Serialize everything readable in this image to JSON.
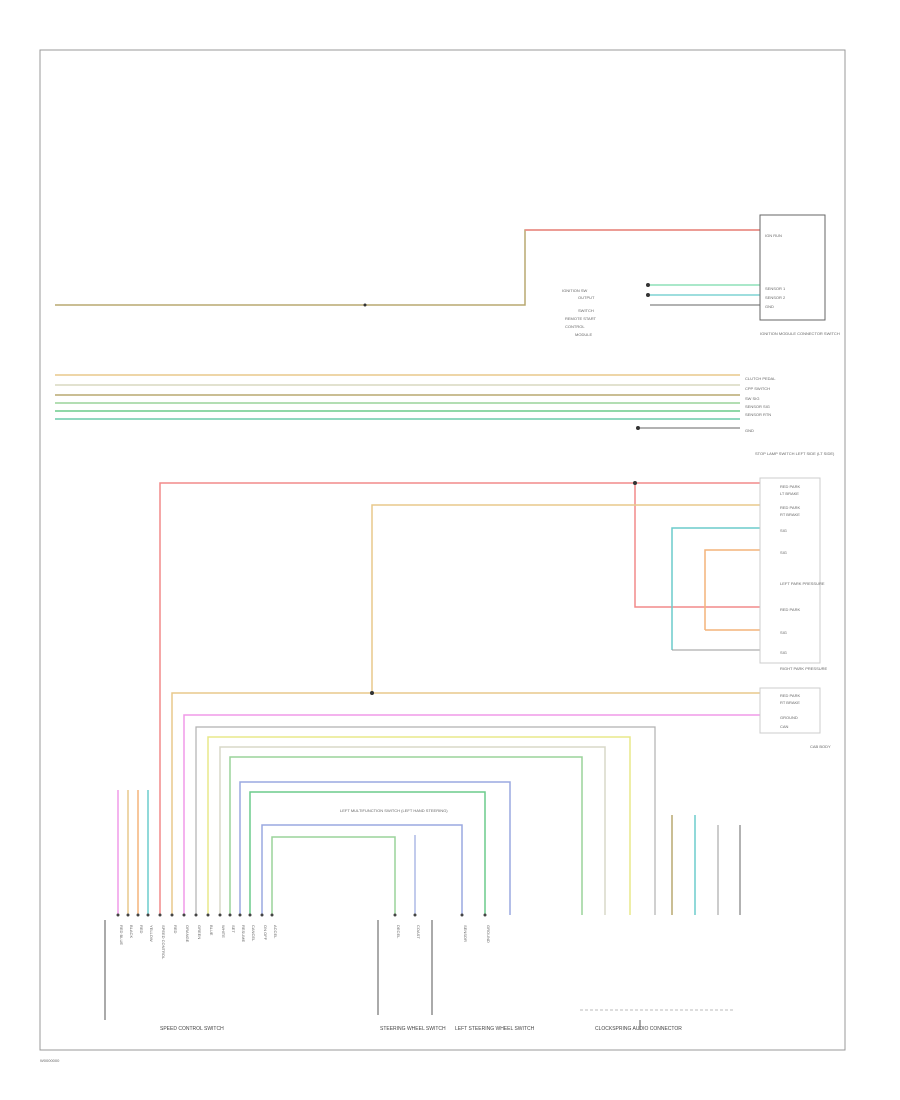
{
  "diagram": {
    "footer_code": "W0000000",
    "wire_colors": {
      "red": "#f28a8a",
      "olive": "#b8a870",
      "tan": "#e8c98c",
      "green": "#9ad49a",
      "cyan": "#7fd4d4",
      "mint": "#8de0b8",
      "blue": "#9aa8e0",
      "magenta": "#f09ae8",
      "orange": "#f4b47a",
      "yellow": "#e8e88a",
      "gray": "#b0b0b0",
      "teal": "#6ccccc",
      "dark": "#666666"
    },
    "components": {
      "ignition_module": "IGNITION MODULE CONNECTOR SWITCH",
      "stop_lamp": "STOP LAMP SWITCH LEFT SIDE (LT SIDE)",
      "left_park_pressure": "LEFT PARK PRESSURE",
      "right_park_pressure": "RIGHT PARK PRESSURE",
      "cab": "CAB BODY",
      "speed_control": "SPEED CONTROL SWITCH",
      "steering_switch": "STEERING WHEEL SWITCH",
      "left_steering": "LEFT STEERING WHEEL SWITCH",
      "clockspring": "CLOCKSPRING AUDIO CONNECTOR",
      "left_multi_switch": "LEFT MULTIFUNCTION SWITCH (LEFT HAND STEERING)"
    },
    "pin_labels": [
      "RED BLUE",
      "BLACK",
      "RED",
      "YELLOW",
      "SPEED CONTROL",
      "RED",
      "ORANGE",
      "GREEN",
      "BLUE",
      "WHITE",
      "SET",
      "RESUME",
      "CANCEL",
      "ON OFF",
      "ACCEL",
      "DECEL",
      "COAST",
      "SENSOR",
      "GROUND"
    ],
    "right_labels": [
      "IGN RUN",
      "SENSOR 1",
      "SENSOR 2",
      "GND",
      "CLUTCH PEDAL",
      "CPP SWITCH",
      "SW SIG",
      "SENSOR SIG",
      "SENSOR RTN",
      "GND",
      "RED PARK",
      "LT BRAKE",
      "RED PARK",
      "RT BRAKE",
      "SIG",
      "RED PARK",
      "SIG",
      "SIG",
      "RED PARK",
      "RT BRAKE",
      "GROUND",
      "CAN"
    ]
  }
}
